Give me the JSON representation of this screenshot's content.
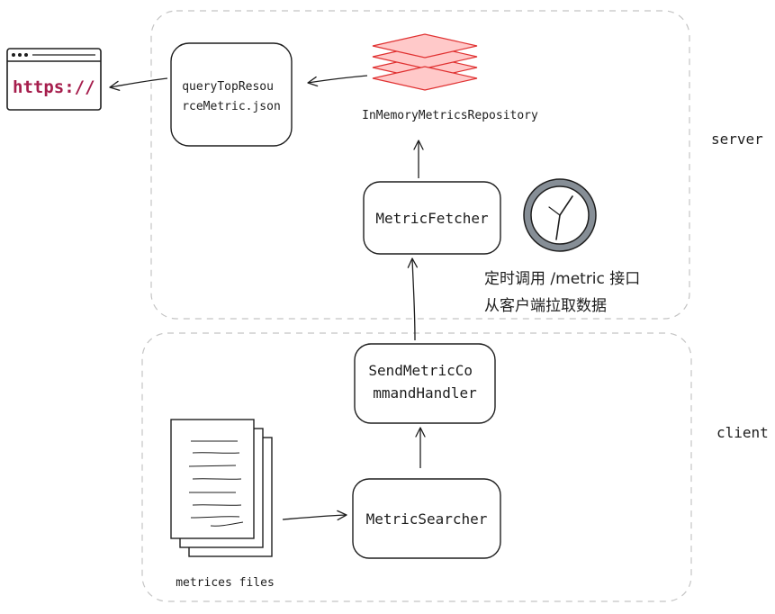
{
  "zones": {
    "server": "server",
    "client": "client"
  },
  "browser": {
    "url": "https://"
  },
  "nodes": {
    "query_json": [
      "queryTopResou",
      "rceMetric.json"
    ],
    "repository": "InMemoryMetricsRepository",
    "fetcher": "MetricFetcher",
    "command_handler": [
      "SendMetricCo",
      "mmandHandler"
    ],
    "searcher": "MetricSearcher",
    "files": "metrices files"
  },
  "note": {
    "line1": "定时调用 /metric 接口",
    "line2": "从客户端拉取数据"
  },
  "colors": {
    "stroke": "#1e1e1e",
    "zone_border": "#c4c4c4",
    "repository_fill": "#ffc9c9",
    "repository_stroke": "#e03131",
    "url_text": "#a61e4d",
    "clock_fill": "#868e96"
  },
  "icons": {
    "browser": "browser-window-icon",
    "clock": "clock-icon",
    "database": "stacked-layers-icon",
    "documents": "documents-stack-icon"
  }
}
